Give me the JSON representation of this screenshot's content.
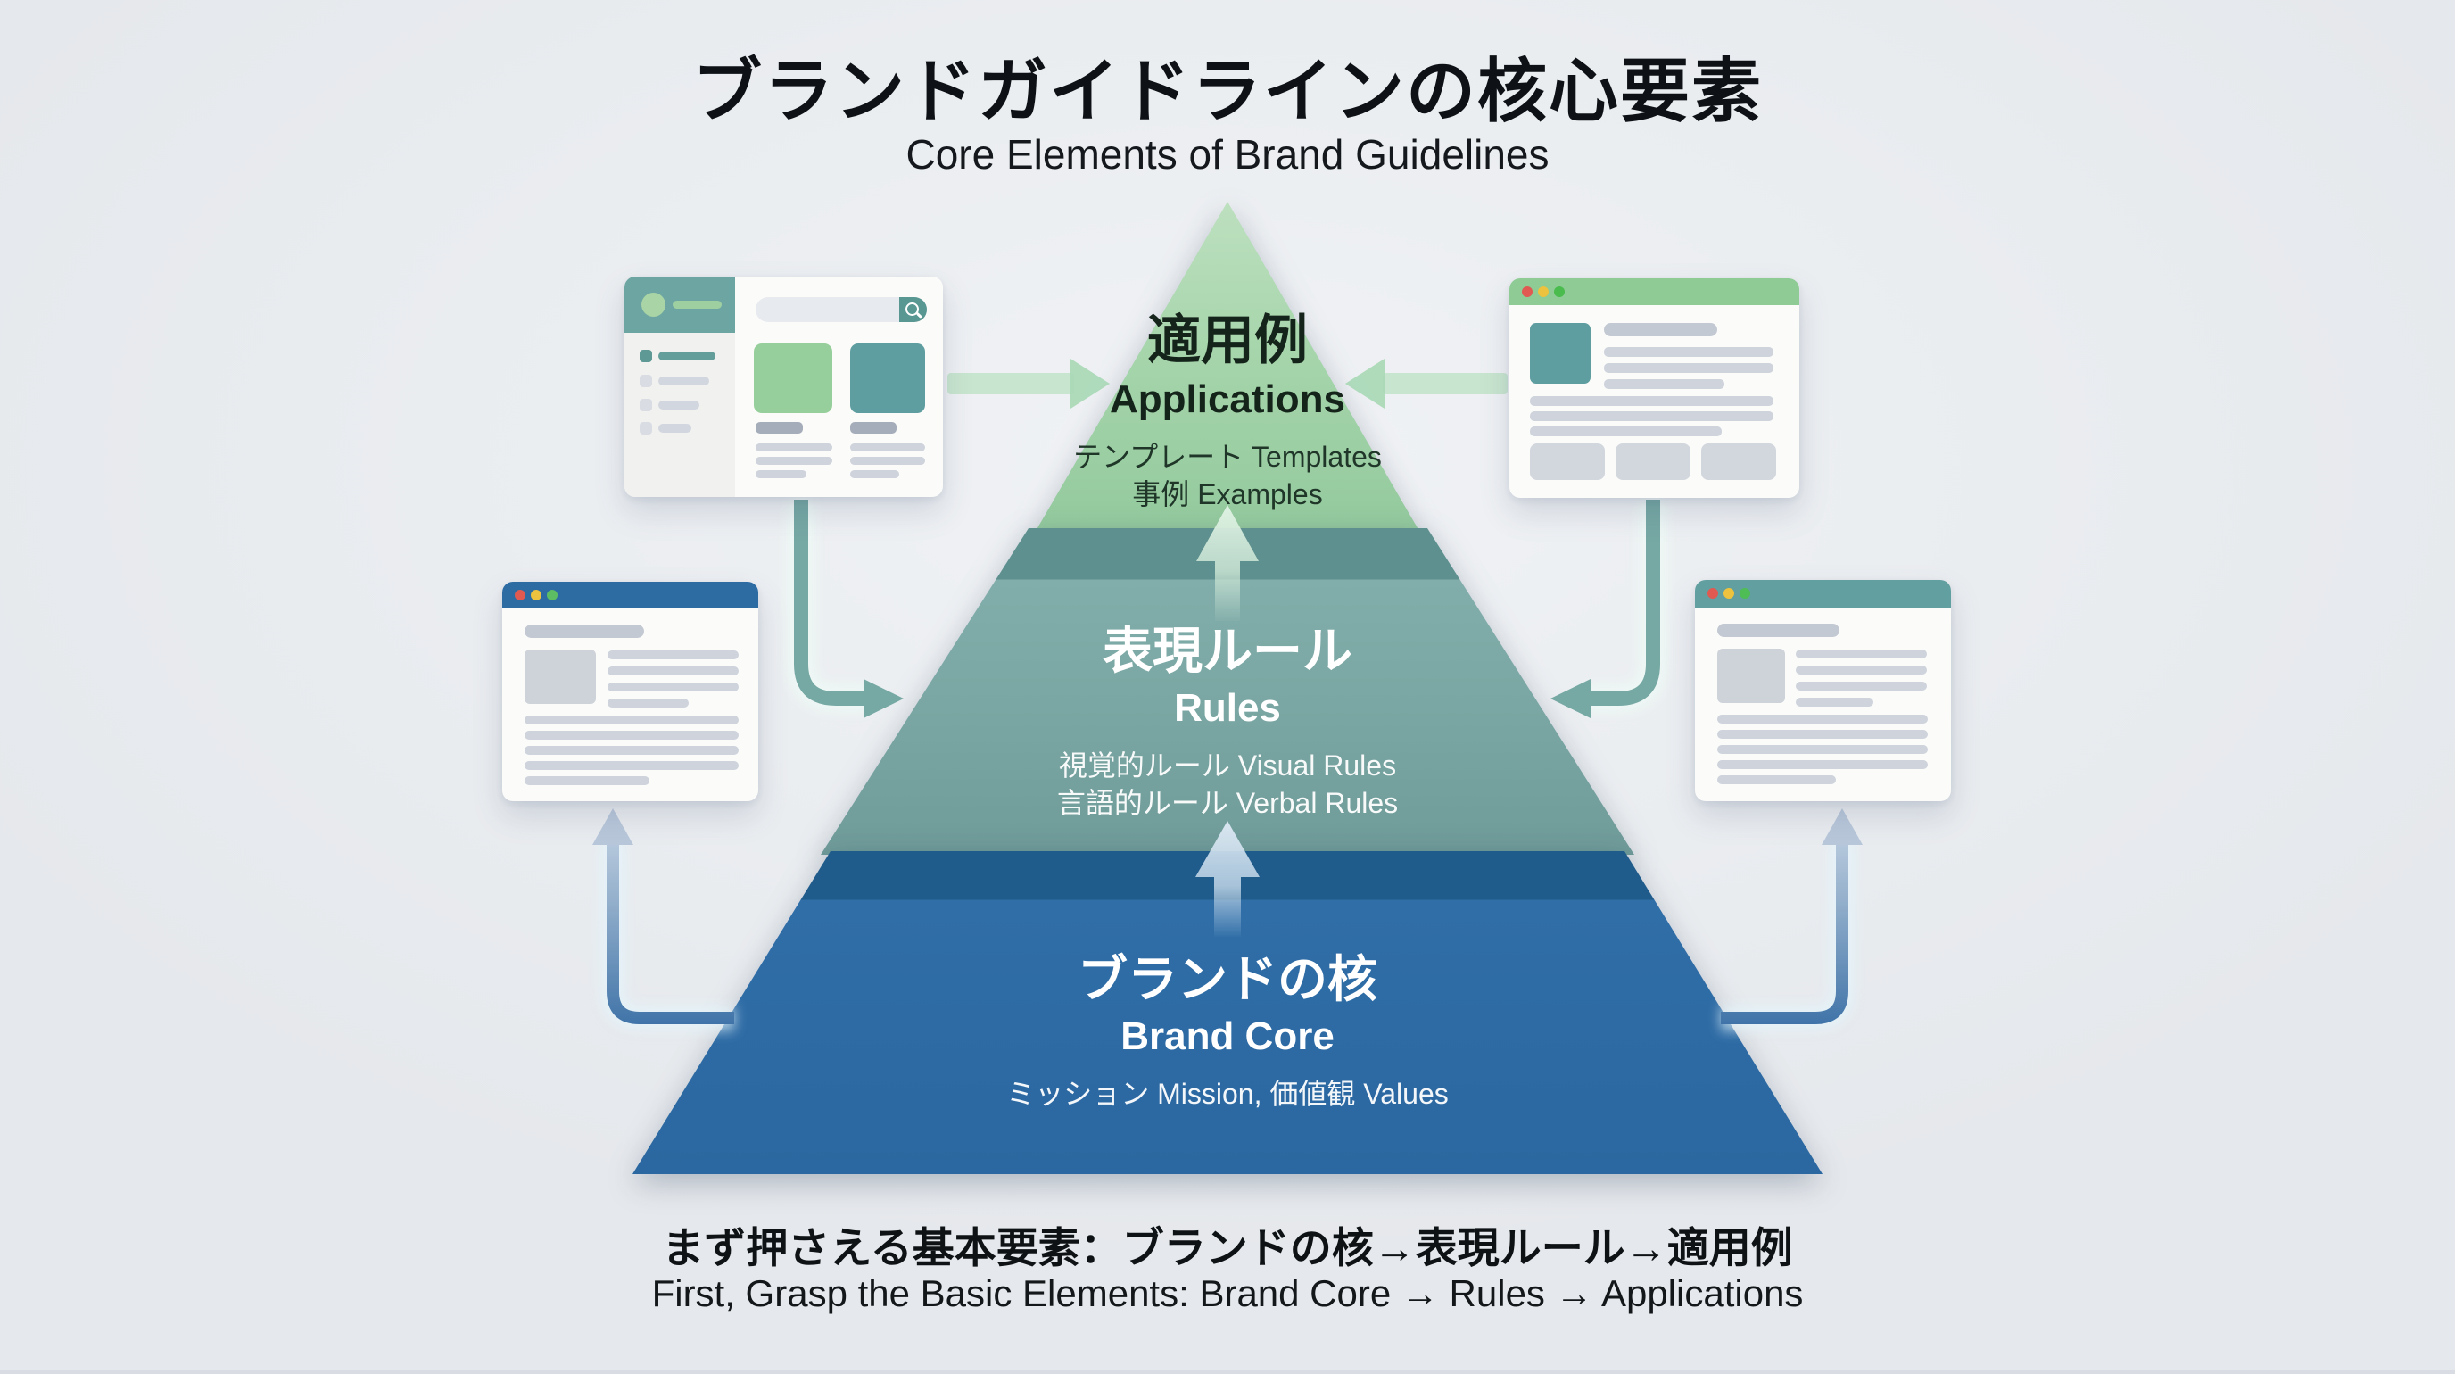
{
  "header": {
    "title_ja": "ブランドガイドラインの核心要素",
    "title_en": "Core Elements of Brand Guidelines"
  },
  "pyramid": {
    "levels": [
      {
        "id": "applications",
        "title_ja": "適用例",
        "title_en": "Applications",
        "details": [
          "テンプレート Templates",
          "事例 Examples"
        ],
        "color": "#9ccfa1"
      },
      {
        "id": "rules",
        "title_ja": "表現ルール",
        "title_en": "Rules",
        "details": [
          "視覚的ルール Visual Rules",
          "言語的ルール Verbal Rules"
        ],
        "color": "#7aa6a3"
      },
      {
        "id": "brand-core",
        "title_ja": "ブランドの核",
        "title_en": "Brand Core",
        "details": [
          "ミッション Mission, 価値観 Values"
        ],
        "color": "#2f6da7"
      }
    ]
  },
  "footer": {
    "line_ja": "まず押さえる基本要素：ブランドの核→表現ルール→適用例",
    "line_en": "First, Grasp the Basic Elements: Brand Core → Rules → Applications"
  },
  "icons": {
    "search": "magnifier-icon",
    "traffic_lights": [
      "red",
      "yellow",
      "green"
    ],
    "connectors": [
      "arrow-right",
      "arrow-left",
      "curve-down-right",
      "curve-down-left",
      "l-up-left",
      "l-up-right",
      "up-center-lower",
      "up-center-upper"
    ]
  },
  "colors": {
    "background": "#eaedf0",
    "level_green": "#9ccfa1",
    "level_teal": "#7aa6a3",
    "level_blue": "#2f6da7",
    "band_teal_dark": "#5d908e",
    "band_blue_dark": "#1f5b8b",
    "window_bar_green": "#8ecb95",
    "window_bar_blue": "#2d6ba3",
    "window_bar_teal": "#629fa0",
    "dashboard_header_teal": "#6da5a2",
    "traffic_red": "#e05a52",
    "traffic_yellow": "#ecc23e",
    "traffic_green": "#5dbd63"
  }
}
